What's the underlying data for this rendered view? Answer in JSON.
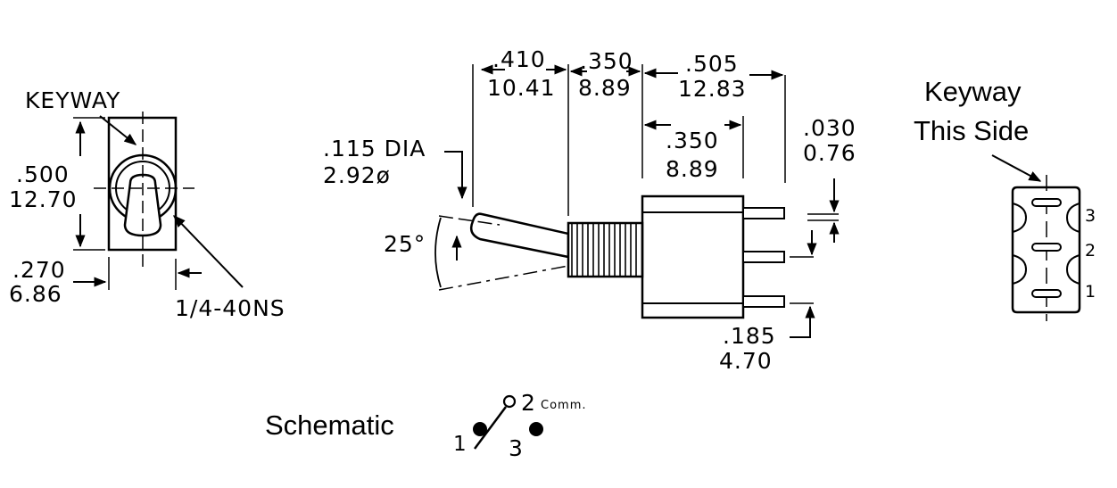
{
  "front_view": {
    "keyway": "KEYWAY",
    "height_in": ".500",
    "height_mm": "12.70",
    "offset_in": ".270",
    "offset_mm": "6.86",
    "thread": "1/4-40NS"
  },
  "side_view": {
    "dim_a_in": ".410",
    "dim_a_mm": "10.41",
    "dim_b_in": ".350",
    "dim_b_mm": "8.89",
    "dim_c_in": ".505",
    "dim_c_mm": "12.83",
    "dim_d_in": ".350",
    "dim_d_mm": "8.89",
    "dim_e_in": ".030",
    "dim_e_mm": "0.76",
    "lever_dia_in": ".115 DIA",
    "lever_dia_mm": "2.92ø",
    "angle": "25°",
    "pin_pitch_in": ".185",
    "pin_pitch_mm": "4.70"
  },
  "bottom_view": {
    "title_line1": "Keyway",
    "title_line2": "This Side",
    "pin_3": "3",
    "pin_2": "2",
    "pin_1": "1"
  },
  "schematic": {
    "label": "Schematic",
    "pin_2": "2",
    "comm": "Comm.",
    "pin_1": "1",
    "pin_3": "3"
  }
}
